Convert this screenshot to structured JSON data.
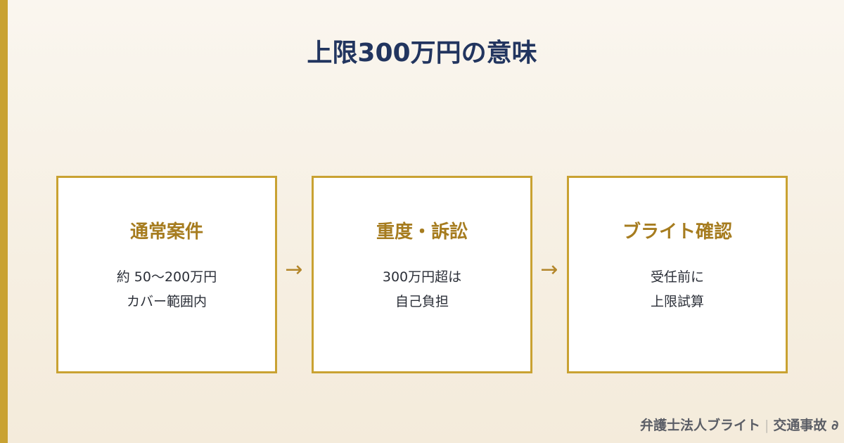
{
  "title": "上限300万円の意味",
  "colors": {
    "accent": "#c9a232",
    "title": "#22355f",
    "card_title": "#a67c1f",
    "body_text": "#2b2f38",
    "footer_text": "#5b5e66"
  },
  "steps": [
    {
      "title": "通常案件",
      "lines": [
        "約 50〜200万円",
        "カバー範囲内"
      ]
    },
    {
      "title": "重度・訴訟",
      "lines": [
        "300万円超は",
        "自己負担"
      ]
    },
    {
      "title": "ブライト確認",
      "lines": [
        "受任前に",
        "上限試算"
      ]
    }
  ],
  "arrows": [
    "→",
    "→"
  ],
  "footer": {
    "brand": "弁護士法人ブライト",
    "separator": "|",
    "category": "交通事故 ∂"
  }
}
